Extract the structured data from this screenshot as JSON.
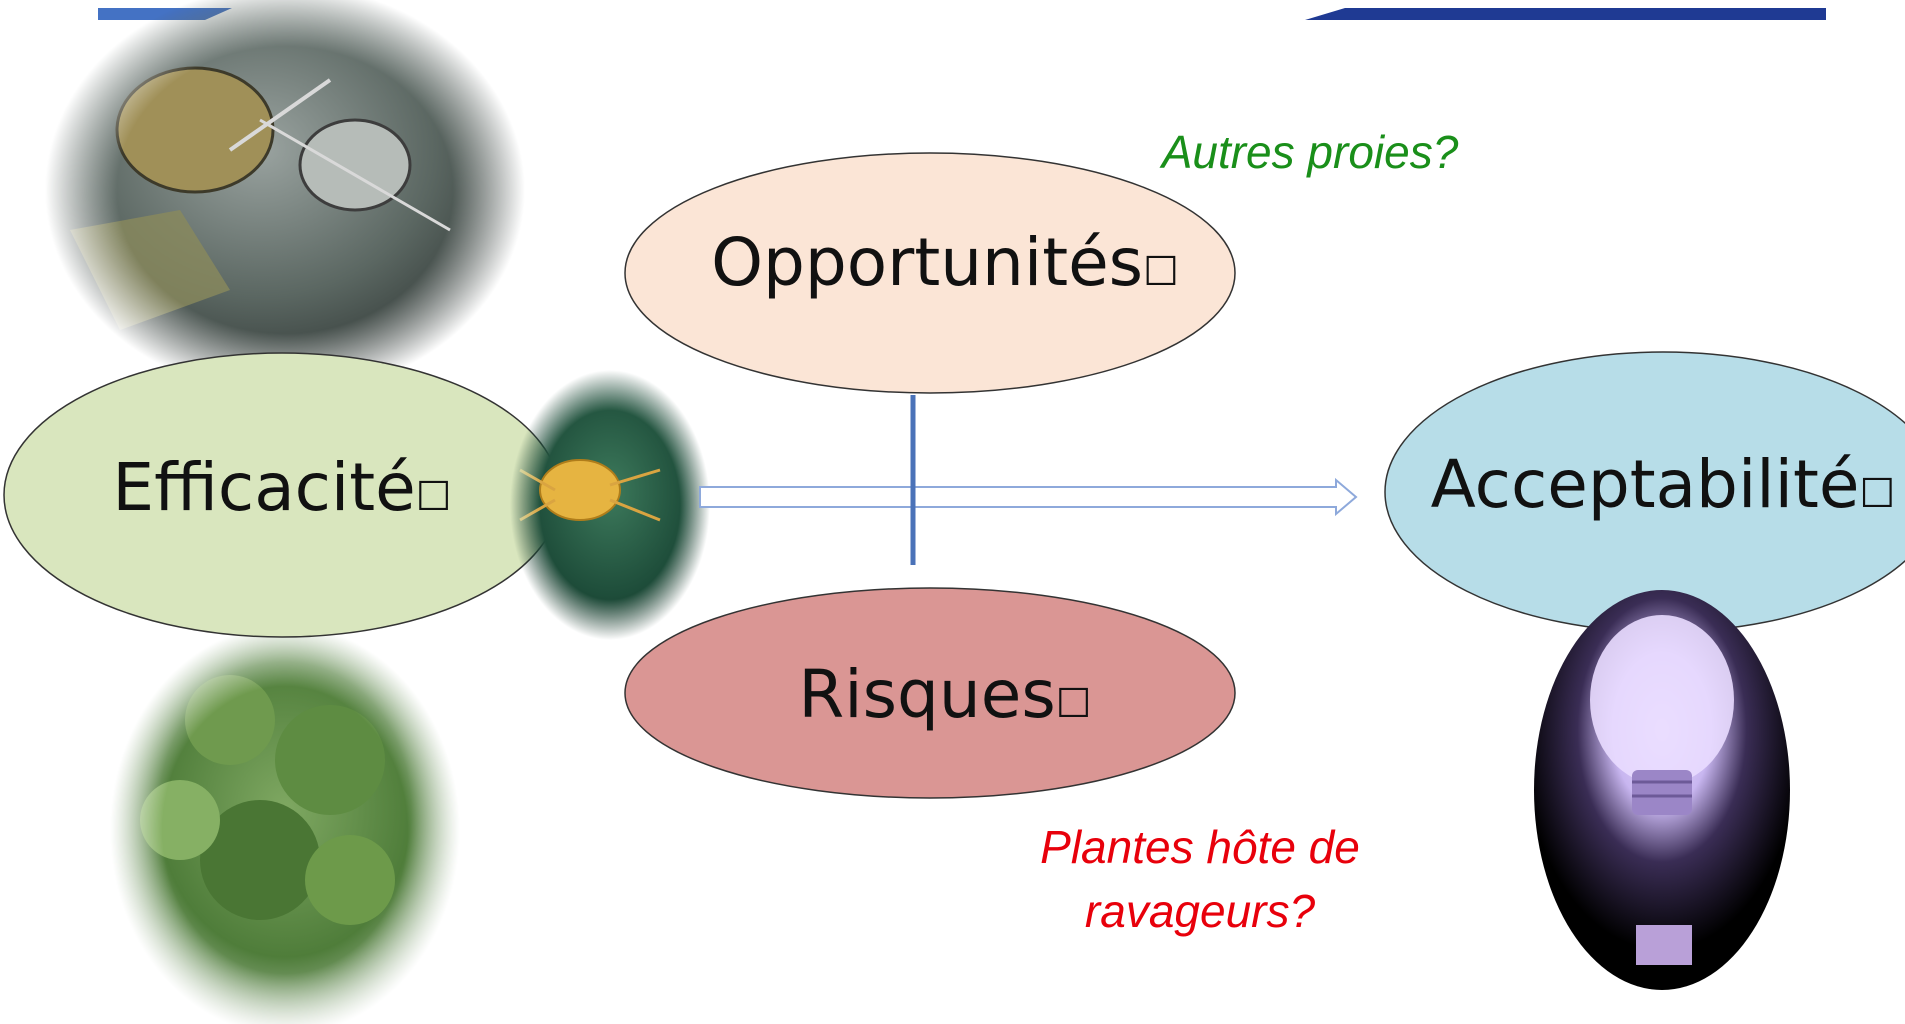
{
  "diagram": {
    "nodes": {
      "efficacite": "Efficacité",
      "opportunites": "Opportunités",
      "risques": "Risques",
      "acceptabilite": "Acceptabilité"
    },
    "glyph": "☐",
    "notes": {
      "autres_proies": "Autres proies?",
      "plantes_hote_line1": "Plantes hôte de",
      "plantes_hote_line2": "ravageurs?"
    }
  },
  "colors": {
    "header_bar": "#1f3a93",
    "efficacite_fill": "#d9e6be",
    "opportunites_fill": "#fbe5d6",
    "risques_fill": "#da9694",
    "acceptabilite_fill": "#b7dde8",
    "connector": "#4a72b8",
    "note_green": "#1a8f1a",
    "note_red": "#e8000b"
  },
  "images": {
    "top_left": "mite-micrograph-photo",
    "center": "predatory-mite-photo",
    "bottom_left": "greenhouse-plants-photo",
    "right": "lightbulb-balloon-illustration"
  }
}
